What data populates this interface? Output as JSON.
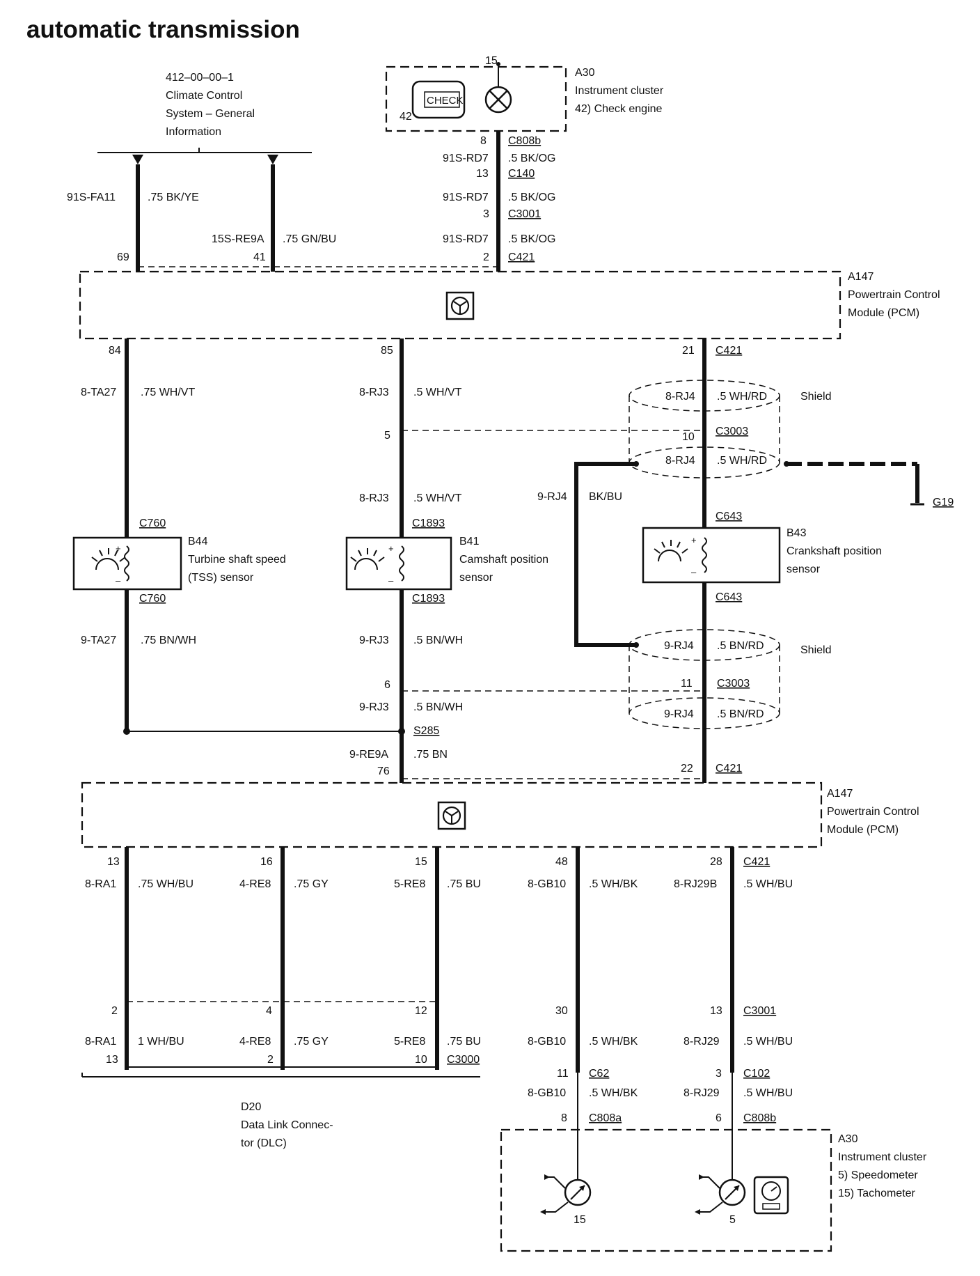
{
  "title": "automatic transmission",
  "ref": {
    "number": "412–00–00–1",
    "lines": [
      "Climate Control",
      "System – General",
      "Information"
    ]
  },
  "cluster_top": {
    "id": "A30",
    "name": "Instrument cluster",
    "item": "42)  Check engine",
    "indicator_text": "CHECK",
    "pin_top": "15",
    "pin_left": "42"
  },
  "pcm": {
    "id": "A147",
    "line1": "Powertrain Control",
    "line2": "Module (PCM)"
  },
  "top_wires": {
    "w1": {
      "circuit": "91S-FA11",
      "spec": ".75 BK/YE",
      "pin": "69"
    },
    "w2": {
      "circuit": "15S-RE9A",
      "spec": ".75 GN/BU",
      "pin": "41"
    },
    "w3": {
      "pin_top": "8",
      "conn1": "C808b",
      "circuit1": "91S-RD7",
      "spec1": ".5 BK/OG",
      "pin2": "13",
      "conn2": "C140",
      "circuit2": "91S-RD7",
      "spec2": ".5 BK/OG",
      "pin3": "3",
      "conn3": "C3001",
      "circuit3": "91S-RD7",
      "spec3": ".5 BK/OG",
      "pin4": "2",
      "conn4": "C421"
    }
  },
  "tss": {
    "pin": "84",
    "circuit_top": "8-TA27",
    "spec_top": ".75 WH/VT",
    "conn": "C760",
    "circuit_bot": "9-TA27",
    "spec_bot": ".75 BN/WH",
    "id": "B44",
    "line1": "Turbine shaft speed",
    "line2": "(TSS) sensor"
  },
  "cmp": {
    "pin": "85",
    "circuit_top": "8-RJ3",
    "spec_top": ".5 WH/VT",
    "pin_mid": "5",
    "circuit_mid": "8-RJ3",
    "spec_mid": ".5 WH/VT",
    "conn": "C1893",
    "circuit_bot": "9-RJ3",
    "spec_bot": ".5 BN/WH",
    "pin_low": "6",
    "circuit_low": "9-RJ3",
    "spec_low": ".5 BN/WH",
    "splice": "S285",
    "circuit_gnd": "9-RE9A",
    "spec_gnd": ".75 BN",
    "pin_gnd": "76",
    "id": "B41",
    "line1": "Camshaft position",
    "line2": "sensor"
  },
  "ckp": {
    "pin": "21",
    "conn_pcm": "C421",
    "circuit1": "8-RJ4",
    "spec1": ".5 WH/RD",
    "shield": "Shield",
    "pin_c3003": "10",
    "conn_c3003": "C3003",
    "circuit2": "8-RJ4",
    "spec2": ".5 WH/RD",
    "shield_circuit": "9-RJ4",
    "shield_spec": "BK/BU",
    "ground": "G19",
    "conn": "C643",
    "id": "B43",
    "line1": "Crankshaft position",
    "line2": "sensor",
    "circuit3": "9-RJ4",
    "spec3": ".5 BN/RD",
    "shield2": "Shield",
    "pin_c3003b": "11",
    "conn_c3003b": "C3003",
    "circuit4": "9-RJ4",
    "spec4": ".5 BN/RD",
    "pin_bot": "22",
    "conn_bot": "C421"
  },
  "pcm2": {
    "id": "A147",
    "line1": "Powertrain Control",
    "line2": "Module (PCM)"
  },
  "bottom_wires": {
    "c1": {
      "pin": "13",
      "circuit": "8-RA1",
      "spec": ".75 WH/BU",
      "pin_dlc": "2",
      "circuit_dlc": "8-RA1",
      "spec_dlc": "1 WH/BU",
      "pin_dlc2": "13"
    },
    "c2": {
      "pin": "16",
      "circuit": "4-RE8",
      "spec": ".75 GY",
      "pin_dlc": "4",
      "circuit_dlc": "4-RE8",
      "spec_dlc": ".75 GY",
      "pin_dlc2": "2"
    },
    "c3": {
      "pin": "15",
      "circuit": "5-RE8",
      "spec": ".75 BU",
      "pin_dlc": "12",
      "circuit_dlc": "5-RE8",
      "spec_dlc": ".75 BU",
      "pin_dlc2": "10",
      "conn_dlc": "C3000"
    },
    "c4": {
      "pin": "48",
      "circuit": "8-GB10",
      "spec": ".5 WH/BK",
      "pin2": "30",
      "circuit2": "8-GB10",
      "spec2": ".5 WH/BK",
      "pin3": "11",
      "conn3": "C62",
      "circuit3": "8-GB10",
      "spec3": ".5 WH/BK",
      "pin4": "8",
      "conn4": "C808a"
    },
    "c5": {
      "pin": "28",
      "conn": "C421",
      "circuit": "8-RJ29B",
      "spec": ".5 WH/BU",
      "pin2": "13",
      "conn2": "C3001",
      "circuit2": "8-RJ29",
      "spec2": ".5 WH/BU",
      "pin3": "3",
      "conn3": "C102",
      "circuit3": "8-RJ29",
      "spec3": ".5 WH/BU",
      "pin4": "6",
      "conn4": "C808b"
    }
  },
  "dlc": {
    "id": "D20",
    "line1": "Data Link Connec-",
    "line2": "tor (DLC)"
  },
  "cluster_bottom": {
    "id": "A30",
    "name": "Instrument cluster",
    "item1": "5)     Speedometer",
    "item2": "15)   Tachometer",
    "speedo_pin": "15",
    "tacho_pin": "5"
  }
}
